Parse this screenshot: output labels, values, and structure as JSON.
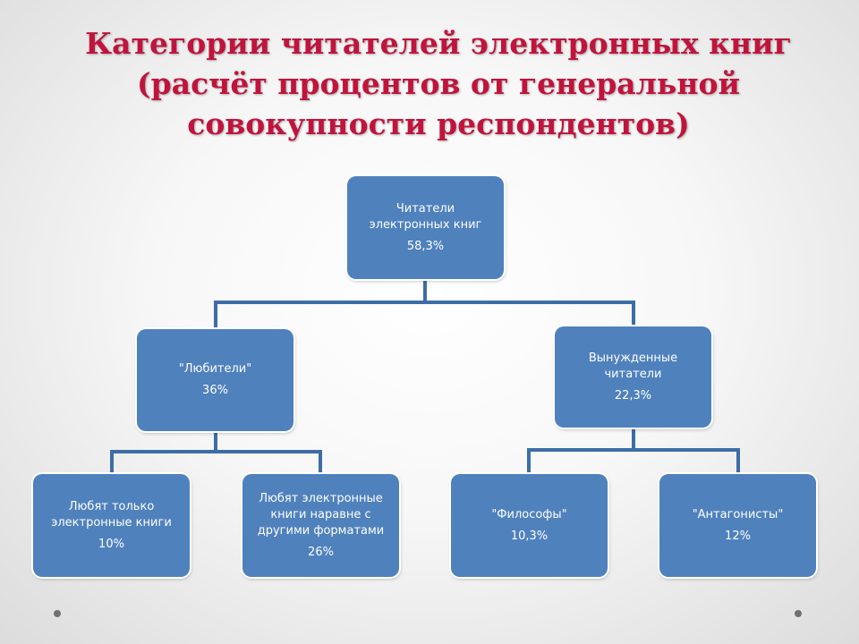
{
  "title": [
    "Категории читателей электронных книг",
    "(расчёт процентов от генеральной",
    "совокупности респондентов)"
  ],
  "nodes": {
    "root": {
      "label": [
        "Читатели",
        "электронных книг"
      ],
      "value": "58,3%"
    },
    "lovers": {
      "label": [
        "\"Любители\""
      ],
      "value": "36%"
    },
    "forced": {
      "label": [
        "Вынужденные",
        "читатели"
      ],
      "value": "22,3%"
    },
    "only_ebooks": {
      "label": [
        "Любят только",
        "электронные книги"
      ],
      "value": "10%"
    },
    "equal_formats": {
      "label": [
        "Любят электронные",
        "книги наравне с",
        "другими форматами"
      ],
      "value": "26%"
    },
    "philosophers": {
      "label": [
        "\"Философы\""
      ],
      "value": "10,3%"
    },
    "antagonists": {
      "label": [
        "\"Антагонисты\""
      ],
      "value": "12%"
    }
  },
  "colors": {
    "box": "#4f81bd",
    "line": "#3d6da7",
    "title": "#c0143c"
  }
}
